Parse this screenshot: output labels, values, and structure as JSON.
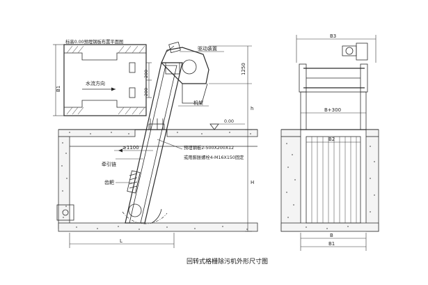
{
  "labels": {
    "plan_note": "标高0.00预埋钢板布置平面图",
    "water_flow": "水流方向",
    "drive_unit": "驱动装置",
    "frame": "机架",
    "embedded_plate": "预埋钢板2-500X200X12",
    "anchor_bolt": "或用膨胀螺栓4-M16X150固定",
    "traction_chain": "牵引链",
    "rake_teeth": "齿耙",
    "caption": "回转式格栅除污机外形尺寸图"
  },
  "dimensions": {
    "B1_plan": "B1",
    "d200_a": "200",
    "d200_b": "200",
    "d1250": "1250",
    "h": "h",
    "elev_zero": "0.00",
    "angle": "≥1100",
    "H": "H",
    "L": "L",
    "B3": "B3",
    "B_plus_300": "B+300",
    "B2": "B2",
    "B": "B",
    "B1_front": "B1"
  }
}
